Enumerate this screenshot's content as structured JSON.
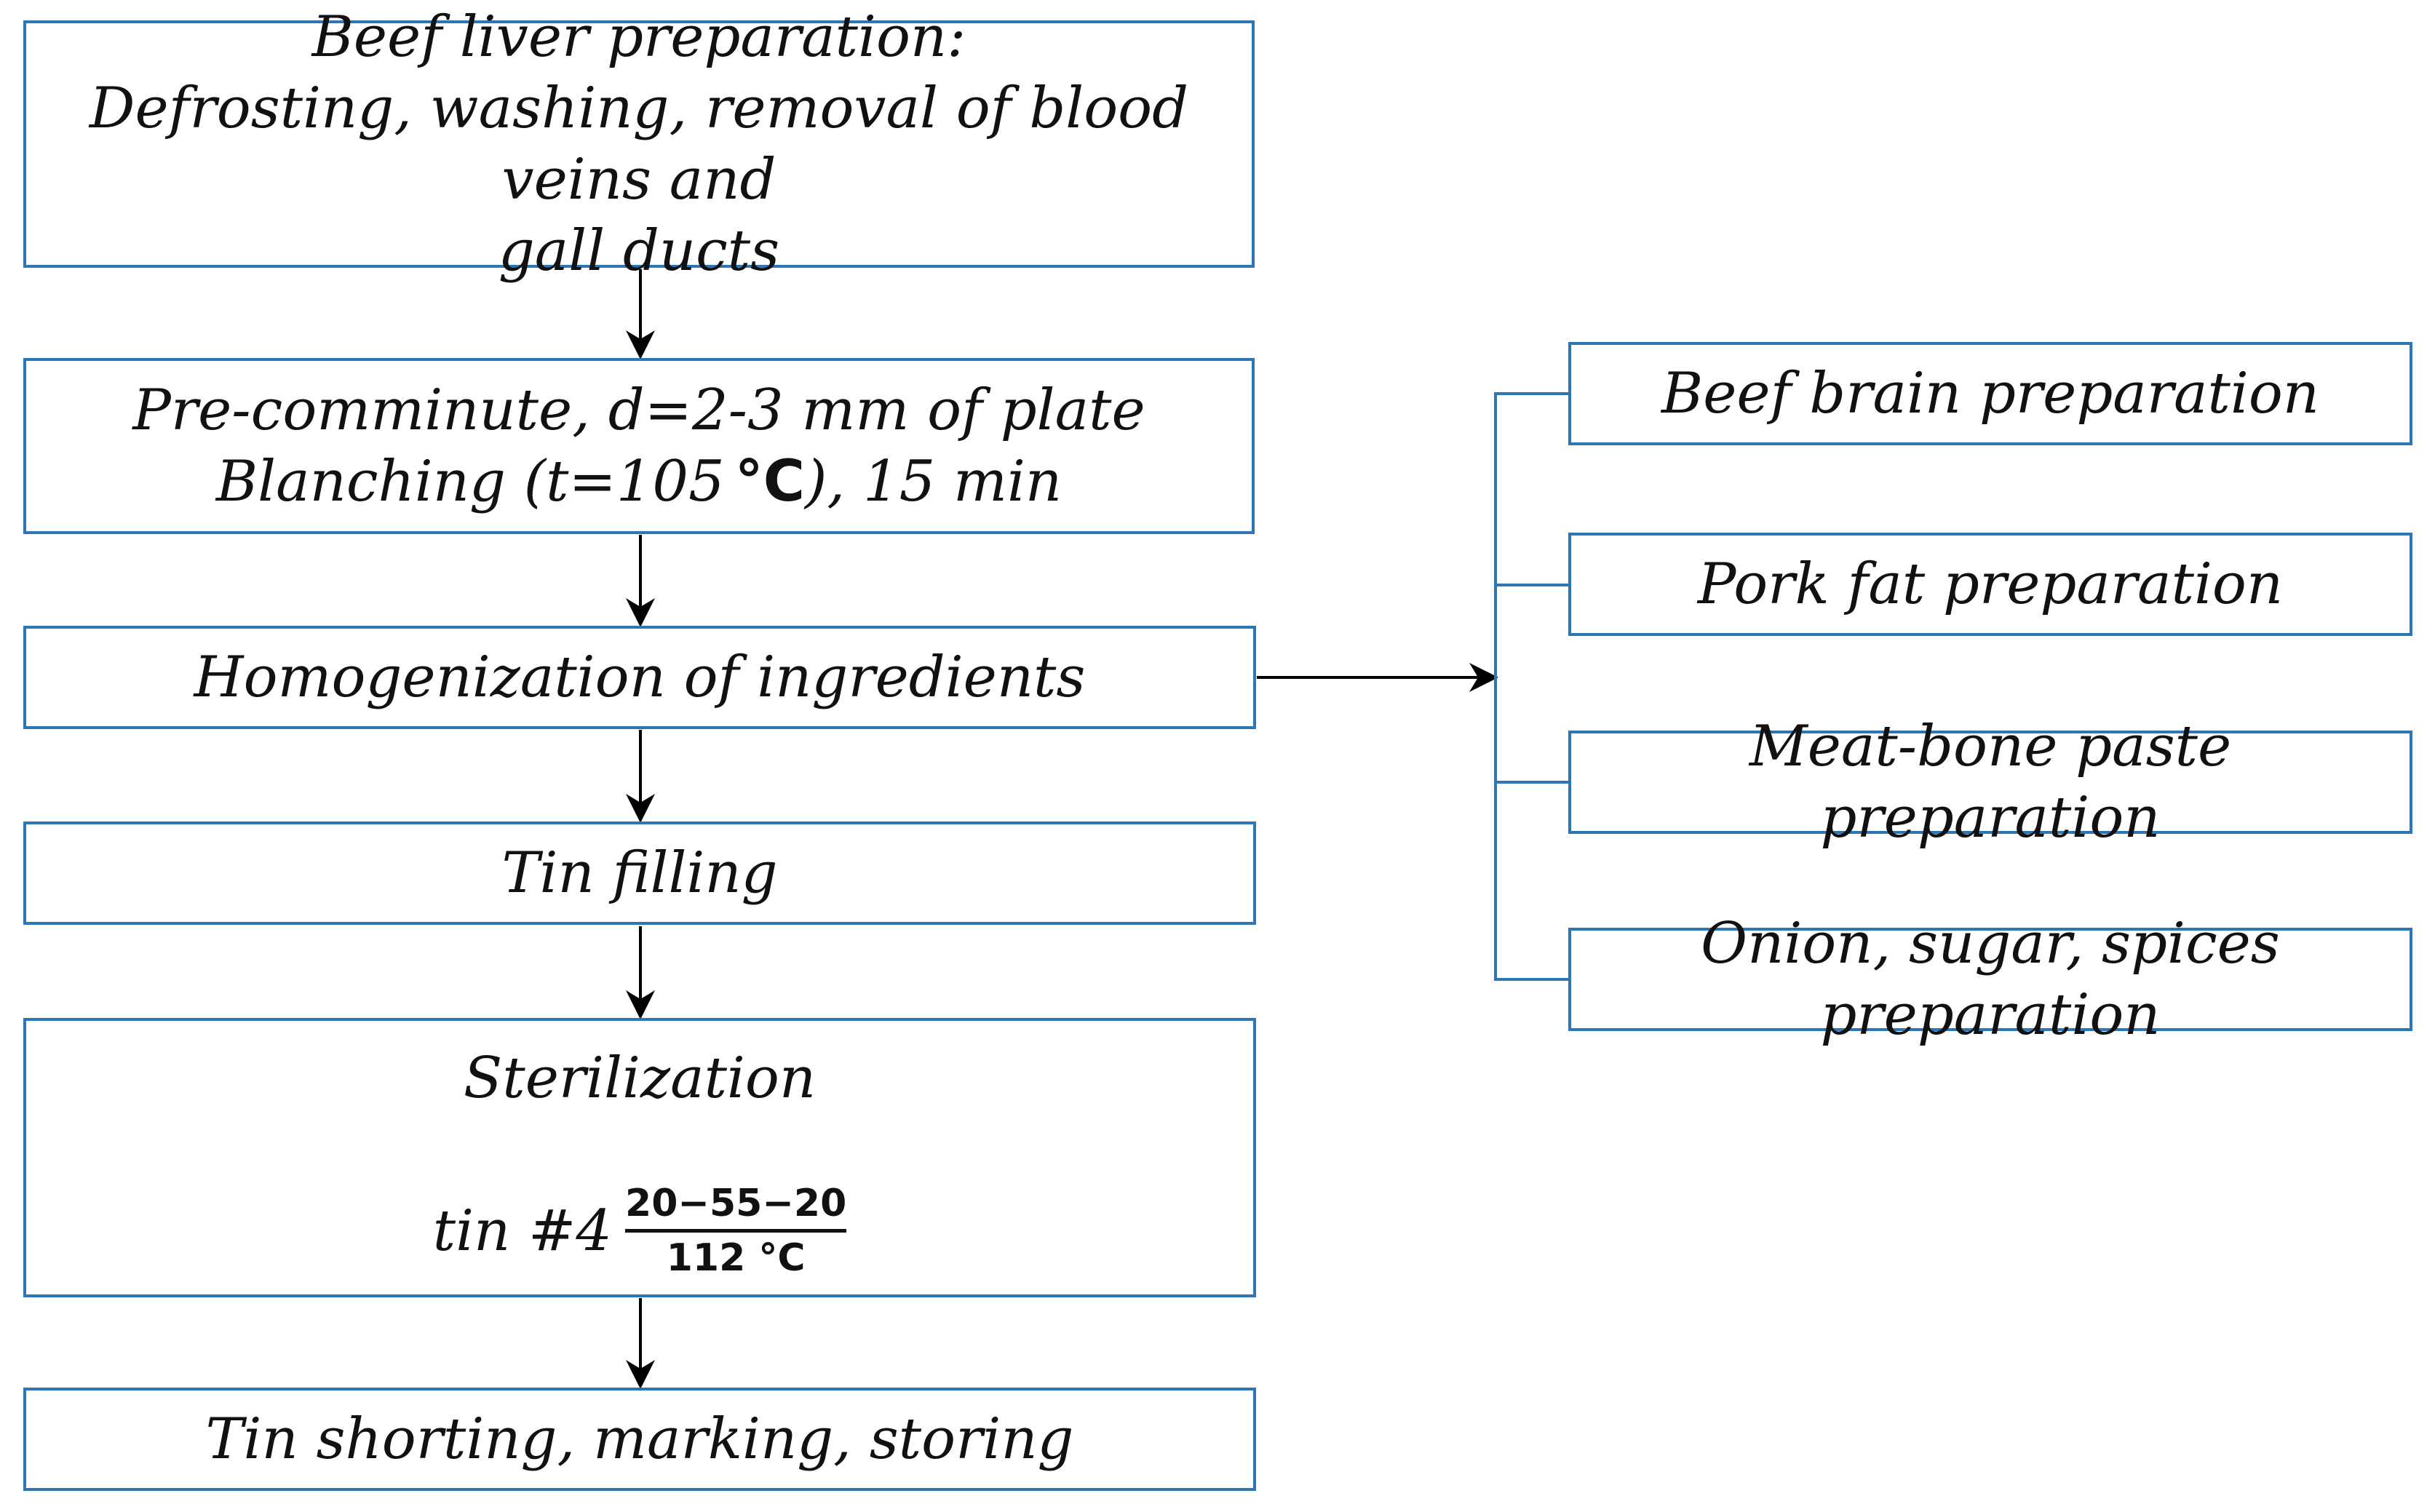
{
  "colors": {
    "box_border": "#2e75b6",
    "arrow": "#000000",
    "branch_line": "#2e75b6"
  },
  "main_steps": {
    "liver_prep": {
      "line1": "Beef liver preparation:",
      "line2": "Defrosting, washing, removal of blood veins and",
      "line3": "gall ducts"
    },
    "precomminute": {
      "line1": "Pre-comminute, d=2-3 mm of plate",
      "line2_pre": "Blanching (t=105",
      "line2_unit": "°C",
      "line2_post": "), 15 min"
    },
    "homogenization": "Homogenization of ingredients",
    "tin_filling": "Tin filling",
    "sterilization": {
      "title": "Sterilization",
      "tin_label": "tin #4",
      "formula_numerator": "20−55−20",
      "formula_denominator": "112 °C"
    },
    "final": "Tin shorting, marking, storing"
  },
  "side_steps": [
    "Beef brain preparation",
    "Pork fat preparation",
    "Meat-bone paste preparation",
    "Onion, sugar, spices preparation"
  ]
}
